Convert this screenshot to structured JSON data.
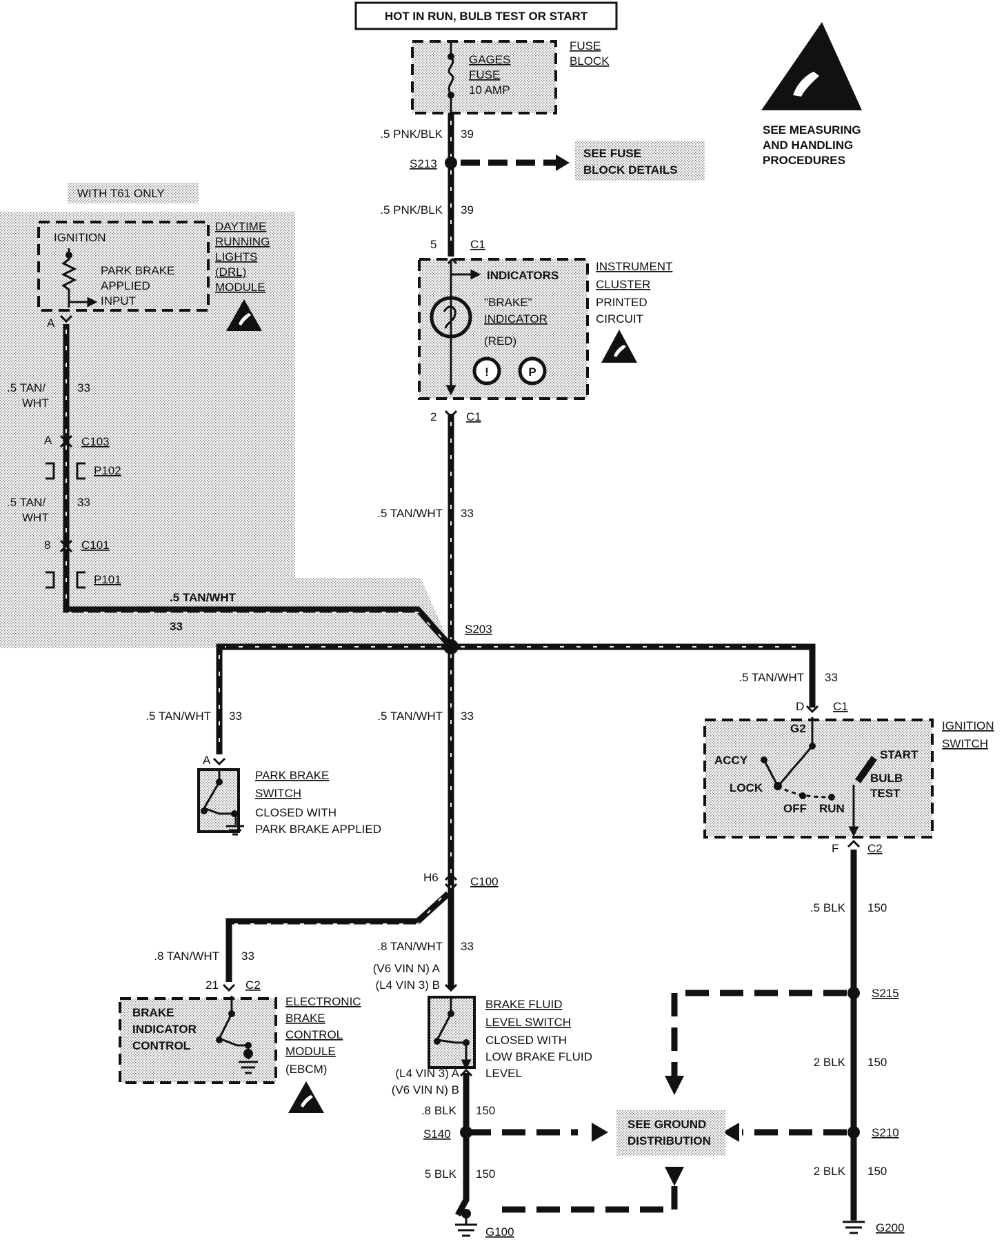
{
  "header": {
    "power_label": "HOT IN RUN, BULB TEST OR START"
  },
  "esd_note": {
    "text_lines": [
      "SEE MEASURING",
      "AND HANDLING",
      "PROCEDURES"
    ]
  },
  "fuse_block": {
    "label_lines": [
      "FUSE",
      "BLOCK"
    ],
    "fuse_lines": [
      "GAGES",
      "FUSE",
      "10 AMP"
    ]
  },
  "fuse_block_details": {
    "lines": [
      "SEE FUSE",
      "BLOCK DETAILS"
    ]
  },
  "options_tag": {
    "text": "WITH T61 ONLY"
  },
  "drl_module": {
    "label_lines": [
      "DAYTIME",
      "RUNNING",
      "LIGHTS",
      "(DRL)",
      "MODULE"
    ],
    "ignition": "IGNITION",
    "input_lines": [
      "PARK BRAKE",
      "APPLIED",
      "INPUT"
    ]
  },
  "instrument_cluster": {
    "label_lines": [
      "INSTRUMENT",
      "CLUSTER",
      "PRINTED",
      "CIRCUIT"
    ],
    "indicators": "INDICATORS",
    "brake_lines": [
      "\"BRAKE\"",
      "INDICATOR",
      "(RED)"
    ],
    "symbol_1": "!",
    "symbol_2": "P"
  },
  "park_brake_switch": {
    "lines": [
      "PARK BRAKE",
      "SWITCH",
      "CLOSED WITH",
      "PARK BRAKE APPLIED"
    ]
  },
  "ignition_switch": {
    "label_lines": [
      "IGNITION",
      "SWITCH"
    ],
    "accy": "ACCY",
    "lock": "LOCK",
    "off": "OFF",
    "run": "RUN",
    "start": "START",
    "bulb_test_lines": [
      "BULB",
      "TEST"
    ],
    "g2": "G2"
  },
  "ebcm": {
    "label_lines": [
      "ELECTRONIC",
      "BRAKE",
      "CONTROL",
      "MODULE",
      "(EBCM)"
    ],
    "inner_lines": [
      "BRAKE",
      "INDICATOR",
      "CONTROL"
    ]
  },
  "brake_fluid_switch": {
    "lines": [
      "BRAKE FLUID",
      "LEVEL SWITCH",
      "CLOSED WITH",
      "LOW BRAKE FLUID",
      "LEVEL"
    ]
  },
  "ground_distribution": {
    "lines": [
      "SEE GROUND",
      "DISTRIBUTION"
    ]
  },
  "wires": {
    "w39a": ".5 PNK/BLK",
    "c39a": "39",
    "w39b": ".5 PNK/BLK",
    "c39b": "39",
    "w33_drl1a": ".5 TAN/",
    "w33_drl1b": "WHT",
    "c33_drl1": "33",
    "w33_drl2a": ".5 TAN/",
    "w33_drl2b": "WHT",
    "c33_drl2": "33",
    "w33_drl3": ".5 TAN/WHT",
    "c33_drl3": "33",
    "w33_ic": ".5 TAN/WHT",
    "c33_ic": "33",
    "w33_right": ".5 TAN/WHT",
    "c33_right": "33",
    "w33_pb": ".5 TAN/WHT",
    "c33_pb": "33",
    "w33_mid": ".5 TAN/WHT",
    "c33_mid": "33",
    "w33_ebcm": ".8 TAN/WHT",
    "c33_ebcm": "33",
    "w33_bfl": ".8 TAN/WHT",
    "c33_bfl": "33",
    "w150_ign": ".5 BLK",
    "c150_ign": "150",
    "w150_s215": "2 BLK",
    "c150_s215": "150",
    "w150_g200": "2 BLK",
    "c150_g200": "150",
    "w150_bfl": ".8 BLK",
    "c150_bfl": "150",
    "w150_g100": "5 BLK",
    "c150_g100": "150"
  },
  "splices": {
    "s213": "S213",
    "s203": "S203",
    "s215": "S215",
    "s210": "S210",
    "s140": "S140"
  },
  "grounds": {
    "g100": "G100",
    "g200": "G200"
  },
  "connectors": {
    "c1_top_pin": "5",
    "c1_top": "C1",
    "c1_bot_pin": "2",
    "c1_bot": "C1",
    "drl_pin": "A",
    "c103_pin": "A",
    "c103": "C103",
    "p102": "P102",
    "c101_pin": "8",
    "c101": "C101",
    "p101": "P101",
    "pb_pin": "A",
    "ign_c1_pin": "D",
    "ign_c1": "C1",
    "ign_c2_pin": "F",
    "ign_c2": "C2",
    "c100_pin": "H6",
    "c100": "C100",
    "ebcm_pin": "21",
    "ebcm_c2": "C2",
    "bfl_top_a": "(V6 VIN N)  A",
    "bfl_top_b": "(L4 VIN 3)  B",
    "bfl_bot_a": "(L4 VIN 3)  A",
    "bfl_bot_b": "(V6 VIN N)  B"
  }
}
